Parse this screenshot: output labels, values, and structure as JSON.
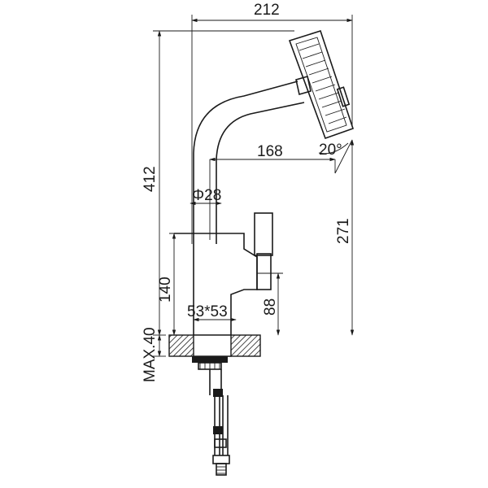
{
  "dimensions": {
    "overall_width": "212",
    "overall_height": "412",
    "spout_reach": "168",
    "spray_angle": "20°",
    "body_diameter": "Φ28",
    "spout_height": "271",
    "base_height": "140",
    "base_size": "53*53",
    "lever_height": "88",
    "max_deck_thickness": "MAX.40"
  },
  "colors": {
    "line": "#1a1a1a",
    "hatch": "#1a1a1a",
    "background": "#ffffff"
  }
}
